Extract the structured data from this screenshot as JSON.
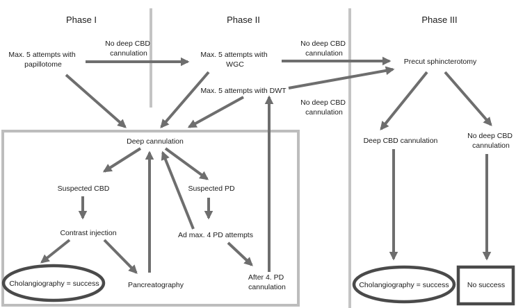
{
  "phases": [
    "Phase I",
    "Phase II",
    "Phase III"
  ],
  "nodes": {
    "papillotome": [
      "Max. 5 attempts with",
      "papillotome"
    ],
    "wgc": [
      "Max. 5 attempts with",
      "WGC"
    ],
    "precut": [
      "Precut sphincterotomy"
    ],
    "dwt": [
      "Max. 5 attempts with DWT"
    ],
    "deep_cannulation": [
      "Deep cannulation"
    ],
    "suspected_cbd": [
      "Suspected CBD"
    ],
    "suspected_pd": [
      "Suspected PD"
    ],
    "contrast": [
      "Contrast injection"
    ],
    "ad_pd": [
      "Ad max. 4 PD attempts"
    ],
    "cholangio_left": [
      "Cholangiography = success"
    ],
    "pancreatography": [
      "Pancreatography"
    ],
    "after_pd": [
      "After 4. PD",
      "cannulation"
    ],
    "deep_cbd": [
      "Deep CBD cannulation"
    ],
    "no_deep_cbd_right": [
      "No deep CBD",
      "cannulation"
    ],
    "cholangio_right": [
      "Cholangiography = success"
    ],
    "no_success": [
      "No success"
    ]
  },
  "edge_labels": {
    "no_cbd_1": [
      "No deep CBD",
      "cannulation"
    ],
    "no_cbd_2": [
      "No deep CBD",
      "cannulation"
    ],
    "no_cbd_3": [
      "No deep CBD",
      "cannulation"
    ]
  },
  "colors": {
    "arrow": "#6e6e6e",
    "frame": "#bdbdbd",
    "ellipse": "#4a4a4a",
    "text": "#1a1a1a"
  }
}
